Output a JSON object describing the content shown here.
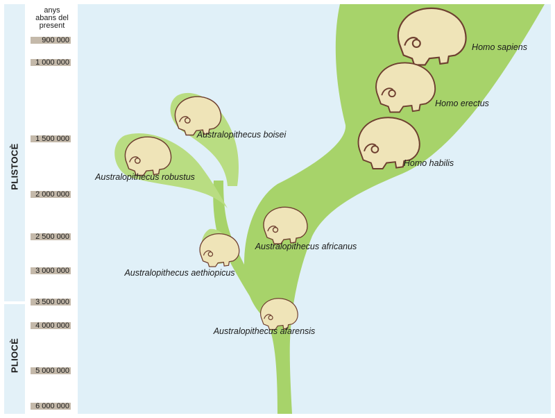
{
  "axis": {
    "header": [
      "anys",
      "abans del",
      "present"
    ],
    "ticks": [
      {
        "label": "900 000",
        "value": 900000
      },
      {
        "label": "1 000 000",
        "value": 1000000
      },
      {
        "label": "1 500 000",
        "value": 1500000
      },
      {
        "label": "2 000 000",
        "value": 2000000
      },
      {
        "label": "2 500 000",
        "value": 2500000
      },
      {
        "label": "3 000 000",
        "value": 3000000
      },
      {
        "label": "3 500 000",
        "value": 3500000
      },
      {
        "label": "4 000 000",
        "value": 4000000
      },
      {
        "label": "5 000 000",
        "value": 5000000
      },
      {
        "label": "6 000 000",
        "value": 6000000
      }
    ]
  },
  "eras": {
    "pleistocene": "PLISTOCÈ",
    "pliocene": "PLIOCÈ"
  },
  "species": {
    "sapiens": "Homo sapiens",
    "erectus": "Homo erectus",
    "habilis": "Homo habilis",
    "boisei": "Australopithecus boisei",
    "robustus": "Australopithecus robustus",
    "africanus": "Australopithecus africanus",
    "aethiopicus": "Australopithecus aethiopicus",
    "afarensis": "Australopithecus afarensis"
  },
  "colors": {
    "branch": "#a7d36a",
    "branch_light": "#b9dd82",
    "skull_fill": "#efe4b8",
    "skull_outline": "#6e3f30",
    "tick_fill": "#c4b9aa",
    "panel": "#e0f0f8"
  }
}
